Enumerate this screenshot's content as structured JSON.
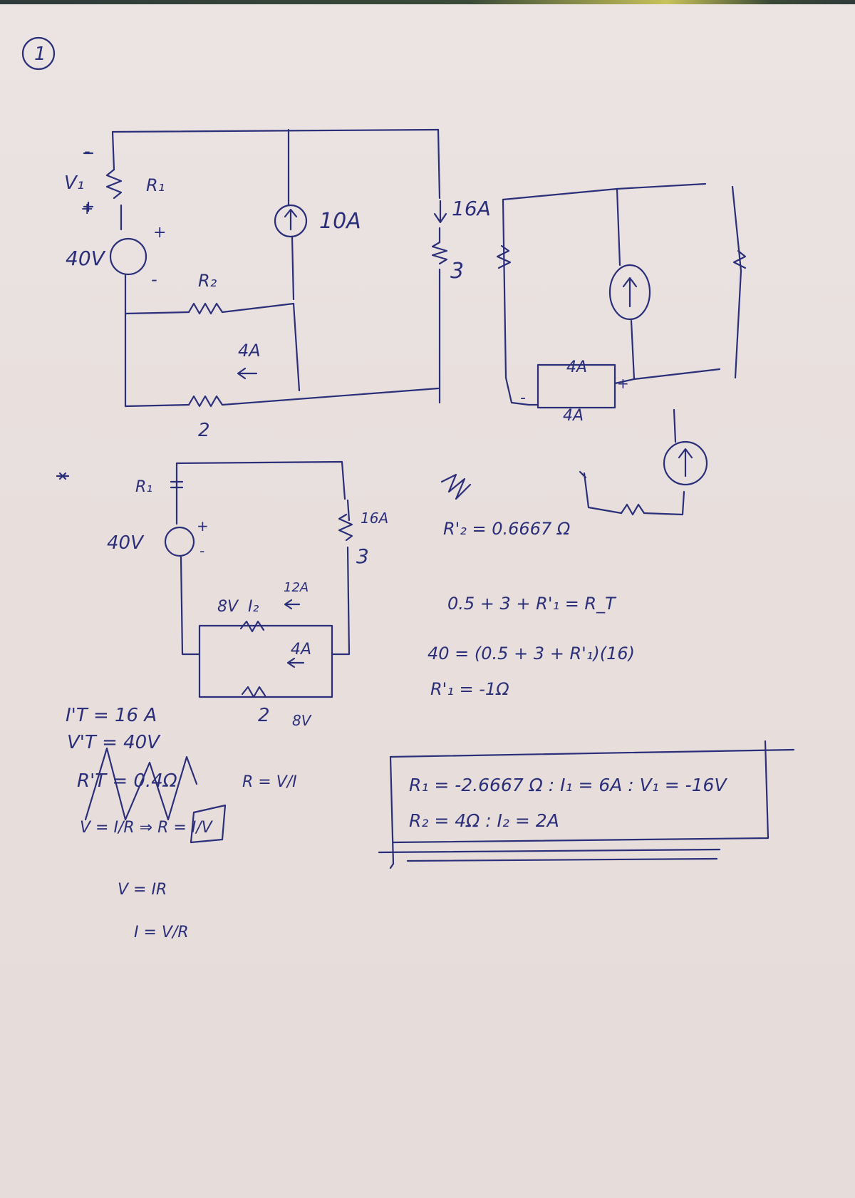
{
  "page": {
    "number": "1"
  },
  "circuit_main": {
    "v1": "V₁",
    "minus_top": "-",
    "plus_lower": "+",
    "r1": "R₁",
    "plus_source": "+",
    "source": "40V",
    "minus_source": "-",
    "r2": "R₂",
    "current_source_10": "10A",
    "current_16": "16A",
    "res_3": "3",
    "current_4": "4A",
    "res_2": "2"
  },
  "circuit_right": {
    "box_top": "4A",
    "box_bottom": "4A",
    "minus": "-",
    "plus": "+"
  },
  "circuit_middle": {
    "r1": "R₁",
    "source": "40V",
    "plus": "+",
    "minus": "-",
    "current_16": "16A",
    "res_3": "3",
    "volt_8_left": "8V",
    "i2": "I₂",
    "current_12": "12A",
    "current_4": "4A",
    "res_2": "2",
    "volt_8_right": "8V"
  },
  "calc_left": {
    "line1": "I'T = 16 A",
    "line2": "V'T = 40V",
    "line3": "R'T = 0.4Ω",
    "line4": "V = I/R  ⇒  R = I/V",
    "line5": "R = V/I",
    "line6": "V = IR",
    "line7": "I = V/R"
  },
  "calc_right": {
    "r2_prime": "R'₂ = 0.6667 Ω",
    "sum": "0.5 + 3 + R'₁ = R_T",
    "eq": "40 = (0.5 + 3 + R'₁)(16)",
    "r1_prime": "R'₁ = -1Ω"
  },
  "answer": {
    "line1": "R₁ = -2.6667 Ω : I₁ = 6A : V₁ = -16V",
    "line2": "R₂ = 4Ω : I₂ = 2A"
  },
  "colors": {
    "ink": "#2b2f7a",
    "paper": "#e9e1df"
  }
}
